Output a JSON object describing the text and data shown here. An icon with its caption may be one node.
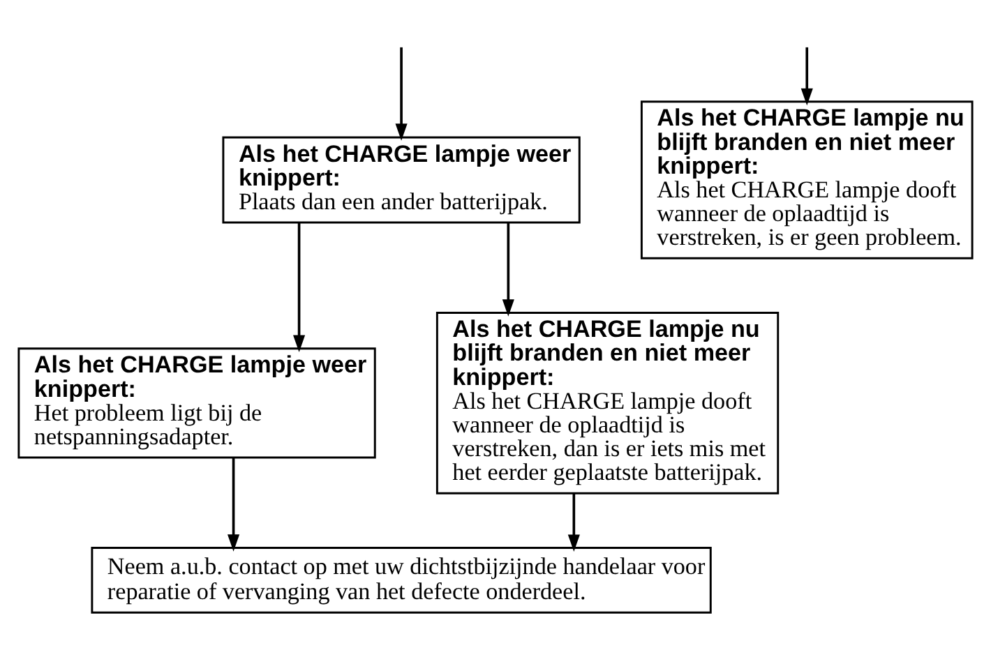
{
  "diagram": {
    "nodes": [
      {
        "text": [
          "Als het CHARGE lampje weer knippert:",
          "Plaats dan een ander batterijpak."
        ]
      },
      {
        "text": [
          "Als het CHARGE lampje nu blijft branden en niet meer knippert:",
          "Als het CHARGE lampje dooft wanneer de oplaadtijd is verstreken, is er geen probleem."
        ]
      },
      {
        "text": [
          "Als het CHARGE lampje weer knippert:",
          "Het probleem ligt bij de netspanningsadapter."
        ]
      },
      {
        "text": [
          "Als het CHARGE lampje nu blijft branden en niet meer knippert:",
          "Als het CHARGE lampje dooft wanneer de oplaadtijd is verstreken, dan is er iets mis met het eerder geplaatste batterijpak."
        ]
      },
      {
        "text": [
          "Neem a.u.b. contact op met uw dichtstbijzijnde handelaar voor reparatie of vervanging van het defecte onderdeel."
        ]
      }
    ],
    "edges": [
      {
        "from": null,
        "to": 0,
        "arrow": "to"
      },
      {
        "from": null,
        "to": 1,
        "arrow": "to"
      },
      {
        "from": 0,
        "to": 2,
        "arrow": "to"
      },
      {
        "from": 0,
        "to": 3,
        "arrow": "to"
      },
      {
        "from": 2,
        "to": 4,
        "arrow": "to"
      },
      {
        "from": 3,
        "to": 4,
        "arrow": "to"
      }
    ]
  }
}
